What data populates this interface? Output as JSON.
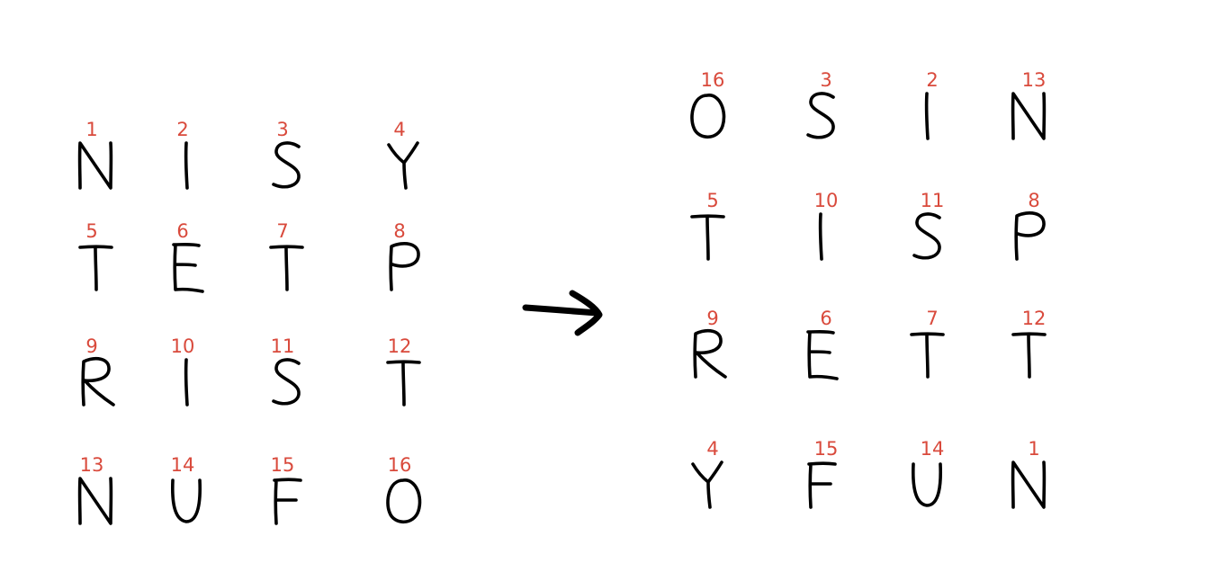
{
  "colors": {
    "ink": "#000000",
    "number": "#d94a3c",
    "background": "#ffffff"
  },
  "left_grid": {
    "rows": [
      [
        {
          "letter": "N",
          "number": "1"
        },
        {
          "letter": "I",
          "number": "2"
        },
        {
          "letter": "S",
          "number": "3"
        },
        {
          "letter": "Y",
          "number": "4"
        }
      ],
      [
        {
          "letter": "T",
          "number": "5"
        },
        {
          "letter": "E",
          "number": "6"
        },
        {
          "letter": "T",
          "number": "7"
        },
        {
          "letter": "P",
          "number": "8"
        }
      ],
      [
        {
          "letter": "R",
          "number": "9"
        },
        {
          "letter": "I",
          "number": "10"
        },
        {
          "letter": "S",
          "number": "11"
        },
        {
          "letter": "T",
          "number": "12"
        }
      ],
      [
        {
          "letter": "N",
          "number": "13"
        },
        {
          "letter": "U",
          "number": "14"
        },
        {
          "letter": "F",
          "number": "15"
        },
        {
          "letter": "O",
          "number": "16"
        }
      ]
    ]
  },
  "arrow": {
    "icon": "right-arrow-icon"
  },
  "right_grid": {
    "rows": [
      [
        {
          "letter": "O",
          "number": "16"
        },
        {
          "letter": "S",
          "number": "3"
        },
        {
          "letter": "I",
          "number": "2"
        },
        {
          "letter": "N",
          "number": "13"
        }
      ],
      [
        {
          "letter": "T",
          "number": "5"
        },
        {
          "letter": "I",
          "number": "10"
        },
        {
          "letter": "S",
          "number": "11"
        },
        {
          "letter": "P",
          "number": "8"
        }
      ],
      [
        {
          "letter": "R",
          "number": "9"
        },
        {
          "letter": "E",
          "number": "6"
        },
        {
          "letter": "T",
          "number": "7"
        },
        {
          "letter": "T",
          "number": "12"
        }
      ],
      [
        {
          "letter": "Y",
          "number": "4"
        },
        {
          "letter": "F",
          "number": "15"
        },
        {
          "letter": "U",
          "number": "14"
        },
        {
          "letter": "N",
          "number": "1"
        }
      ]
    ]
  }
}
